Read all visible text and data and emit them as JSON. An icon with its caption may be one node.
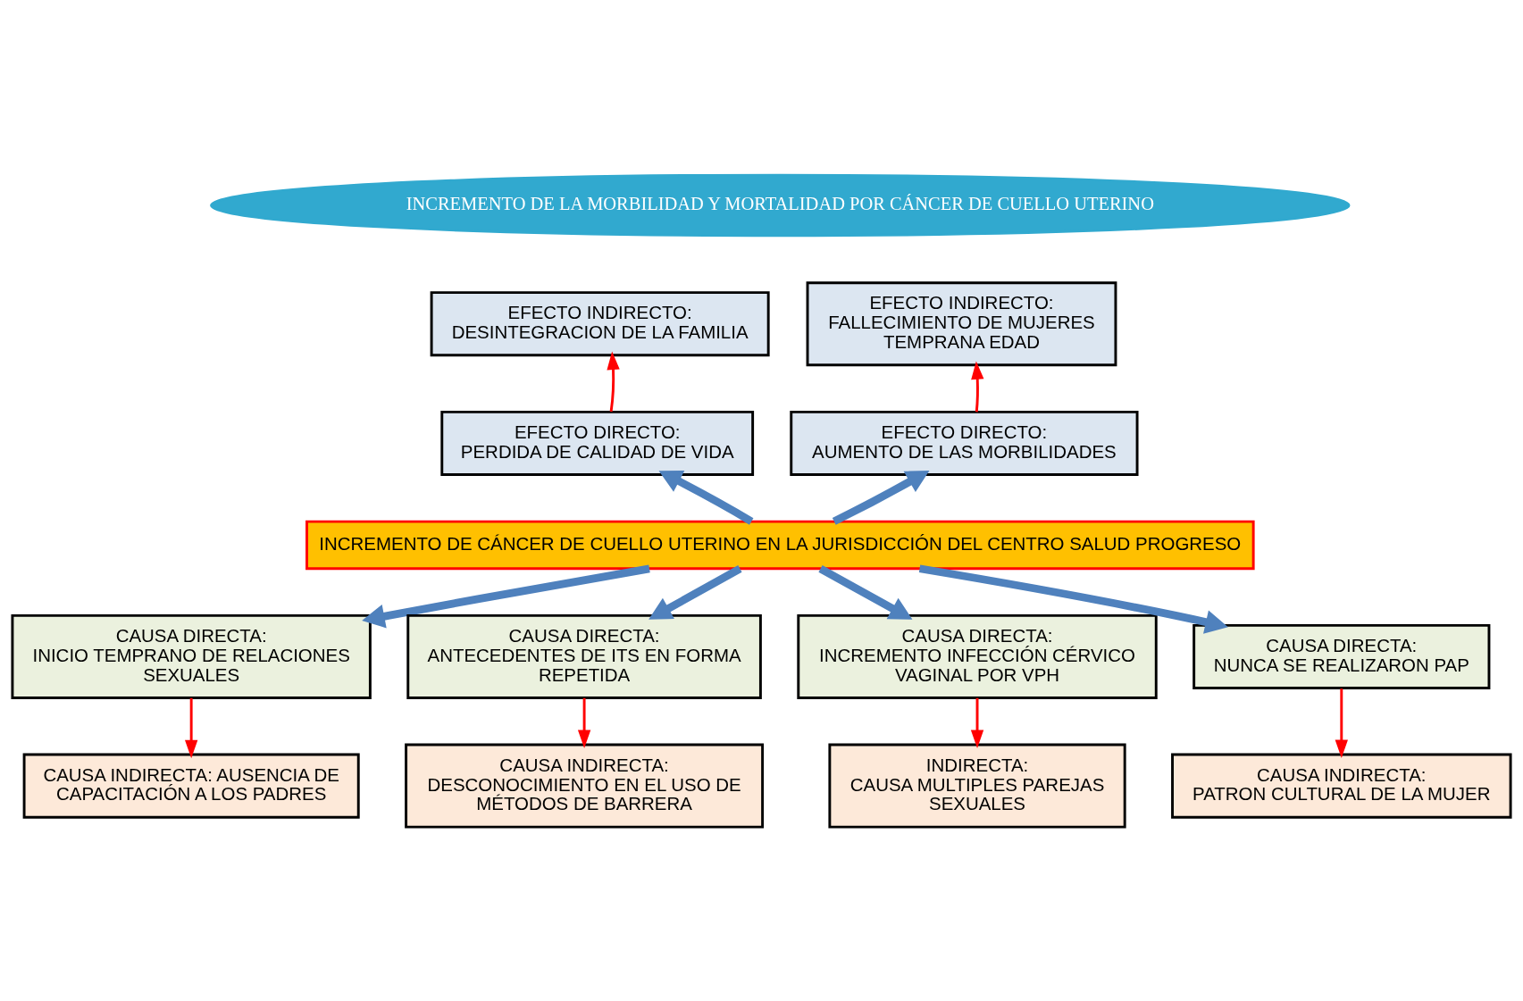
{
  "diagram": {
    "nodes": [
      {
        "text": [
          "INCREMENTO DE LA MORBILIDAD Y MORTALIDAD POR CÁNCER DE CUELLO UTERINO"
        ]
      },
      {
        "text": [
          "EFECTO INDIRECTO:",
          "DESINTEGRACION DE LA FAMILIA"
        ]
      },
      {
        "text": [
          "EFECTO INDIRECTO:",
          "FALLECIMIENTO DE MUJERES TEMPRANA EDAD"
        ]
      },
      {
        "text": [
          "EFECTO DIRECTO:",
          "PERDIDA DE CALIDAD DE VIDA"
        ]
      },
      {
        "text": [
          "EFECTO DIRECTO:",
          "AUMENTO DE LAS MORBILIDADES"
        ]
      },
      {
        "text": [
          "INCREMENTO DE CÁNCER DE CUELLO UTERINO EN LA JURISDICCIÓN DEL CENTRO SALUD PROGRESO"
        ]
      },
      {
        "text": [
          "CAUSA DIRECTA:",
          "INICIO TEMPRANO DE RELACIONES SEXUALES"
        ]
      },
      {
        "text": [
          "CAUSA DIRECTA:",
          "ANTECEDENTES DE ITS EN FORMA REPETIDA"
        ]
      },
      {
        "text": [
          "CAUSA DIRECTA:",
          "INCREMENTO INFECCIÓN CÉRVICO VAGINAL POR VPH"
        ]
      },
      {
        "text": [
          "CAUSA DIRECTA:",
          "NUNCA SE REALIZARON PAP"
        ]
      },
      {
        "text": [
          "CAUSA INDIRECTA: AUSENCIA DE CAPACITACIÓN A LOS PADRES"
        ]
      },
      {
        "text": [
          "CAUSA INDIRECTA:",
          "DESCONOCIMIENTO EN EL USO DE MÉTODOS DE BARRERA"
        ]
      },
      {
        "text": [
          "INDIRECTA:",
          "CAUSA MULTIPLES PAREJAS SEXUALES"
        ]
      },
      {
        "text": [
          "CAUSA INDIRECTA:",
          "PATRON CULTURAL DE LA MUJER"
        ]
      }
    ],
    "edges": [
      {
        "from": 3,
        "to": 1,
        "arrow": "to",
        "color": "#ff0000"
      },
      {
        "from": 4,
        "to": 2,
        "arrow": "to",
        "color": "#ff0000"
      },
      {
        "from": 5,
        "to": 3,
        "arrow": "to",
        "style": "thick",
        "color": "#4f81bd"
      },
      {
        "from": 5,
        "to": 4,
        "arrow": "to",
        "style": "thick",
        "color": "#4f81bd"
      },
      {
        "from": 5,
        "to": 6,
        "arrow": "to",
        "style": "thick",
        "color": "#4f81bd"
      },
      {
        "from": 5,
        "to": 7,
        "arrow": "to",
        "style": "thick",
        "color": "#4f81bd"
      },
      {
        "from": 5,
        "to": 8,
        "arrow": "to",
        "style": "thick",
        "color": "#4f81bd"
      },
      {
        "from": 5,
        "to": 9,
        "arrow": "to",
        "style": "thick",
        "color": "#4f81bd"
      },
      {
        "from": 6,
        "to": 10,
        "arrow": "to",
        "color": "#ff0000"
      },
      {
        "from": 7,
        "to": 11,
        "arrow": "to",
        "color": "#ff0000"
      },
      {
        "from": 8,
        "to": 12,
        "arrow": "to",
        "color": "#ff0000"
      },
      {
        "from": 9,
        "to": 13,
        "arrow": "to",
        "color": "#ff0000"
      }
    ]
  }
}
